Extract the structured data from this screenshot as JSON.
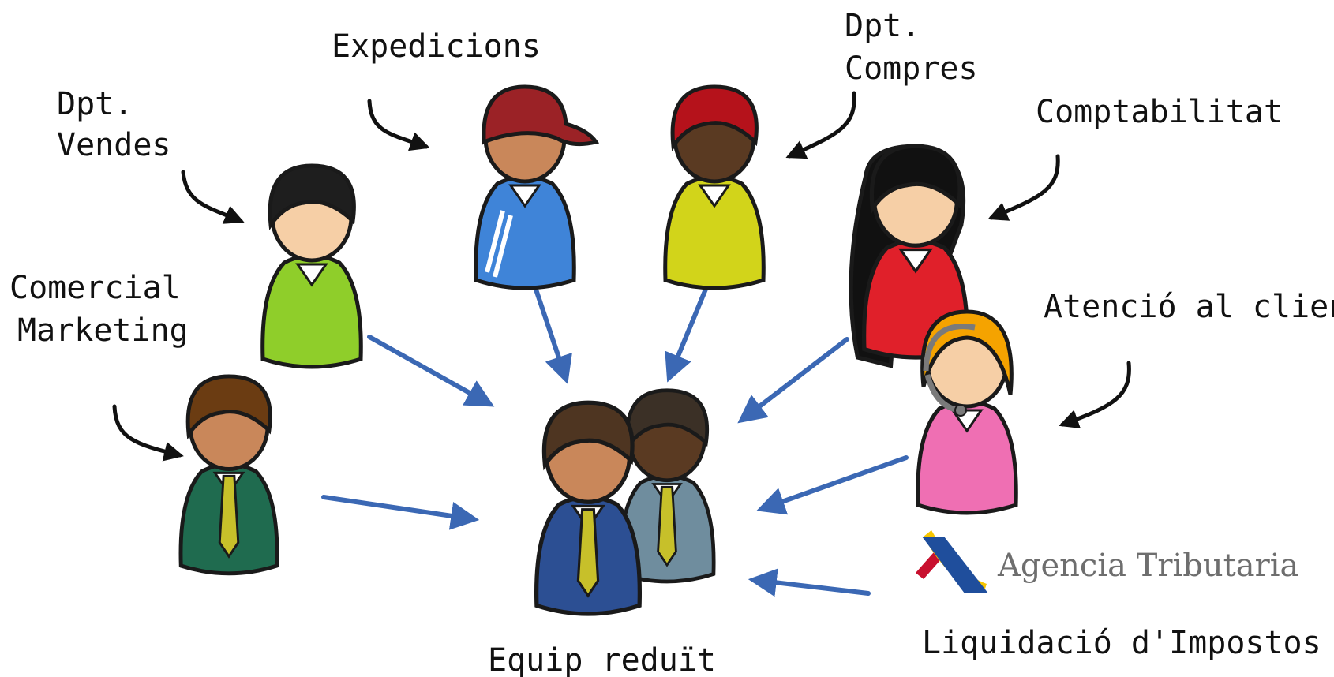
{
  "colors": {
    "flow_arrow": "#3b68b4",
    "label_arrow": "#111111",
    "outline": "#1a1a1a",
    "skin": "#f6cfa6",
    "logo_red": "#c8102e",
    "logo_yellow": "#f7c600",
    "logo_blue": "#1f4e9c",
    "logo_text": "#6e6e6e"
  },
  "labels": {
    "dpt_vendes_1": "Dpt.",
    "dpt_vendes_2": "Vendes",
    "expedicions": "Expedicions",
    "dpt_compres_1": "Dpt.",
    "dpt_compres_2": "Compres",
    "comptabilitat": "Comptabilitat",
    "comercial_1": "Comercial",
    "comercial_2": "Marketing",
    "atencio": "Atenció al client",
    "liquidacio": "Liquidació d'Impostos",
    "equip": "Equip reduït"
  },
  "logo": {
    "text": "Agencia Tributaria",
    "icon": "agencia-tributaria-logo"
  },
  "people": [
    {
      "id": "vendes",
      "icon": "person-icon",
      "shirt": "#8fce2a",
      "hair": "#1e1e1e",
      "skin": "#f6cfa6"
    },
    {
      "id": "expedicions",
      "icon": "person-cap-icon",
      "shirt": "#3f84d8",
      "hair": "#9b2226",
      "skin": "#c9875a"
    },
    {
      "id": "compres",
      "icon": "person-icon",
      "shirt": "#d2d41a",
      "hair": "#b5121b",
      "skin": "#5a3a22"
    },
    {
      "id": "comptabilitat",
      "icon": "person-longhair-icon",
      "shirt": "#e0202a",
      "hair": "#111111",
      "skin": "#f6cfa6"
    },
    {
      "id": "comercial",
      "icon": "person-tie-icon",
      "shirt": "#1f6b4f",
      "hair": "#6b3c12",
      "skin": "#c9875a"
    },
    {
      "id": "atencio",
      "icon": "person-headset-icon",
      "shirt": "#ef6fb3",
      "hair": "#f5a300",
      "skin": "#f6cfa6"
    }
  ],
  "team": [
    {
      "id": "team-back",
      "shirt": "#6f8d9e",
      "hair": "#3b3026",
      "skin": "#5a3a22"
    },
    {
      "id": "team-front",
      "shirt": "#2c4f93",
      "hair": "#4e3521",
      "skin": "#c9875a"
    }
  ]
}
